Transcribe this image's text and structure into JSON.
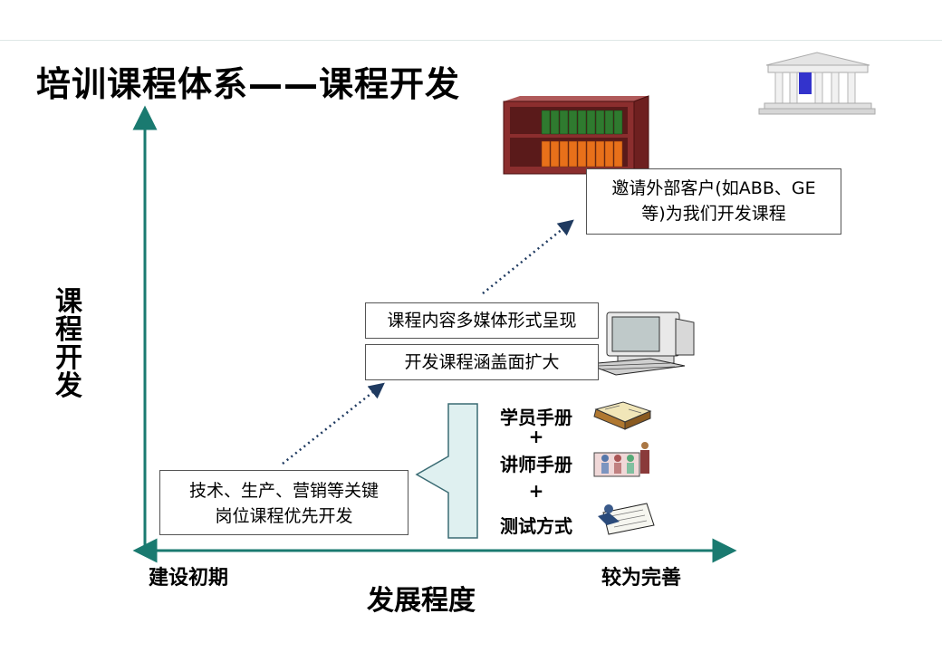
{
  "title": "培训课程体系——课程开发",
  "y_axis_label_chars": [
    "课",
    "程",
    "开",
    "发"
  ],
  "x_axis": {
    "start_label": "建设初期",
    "center_label": "发展程度",
    "end_label": "较为完善"
  },
  "stages": {
    "initial": {
      "line1": "技术、生产、营销等关键",
      "line2": "岗位课程优先开发"
    },
    "middle": {
      "item1": "课程内容多媒体形式呈现",
      "item2": "开发课程涵盖面扩大"
    },
    "advanced": {
      "line1": "邀请外部客户(如ABB、GE",
      "line2": "等)为我们开发课程"
    }
  },
  "course_kit": {
    "items": [
      "学员手册",
      "讲师手册",
      "测试方式"
    ],
    "plus": "+"
  },
  "icons": [
    "building-icon",
    "bookshelf-icon",
    "computer-icon",
    "book-icon",
    "classroom-icon",
    "test-icon"
  ],
  "colors": {
    "axis": "#1a7a70",
    "arrow": "#1f3a60",
    "bracket_fill": "#dff0f0",
    "bracket_stroke": "#3a6b73"
  }
}
